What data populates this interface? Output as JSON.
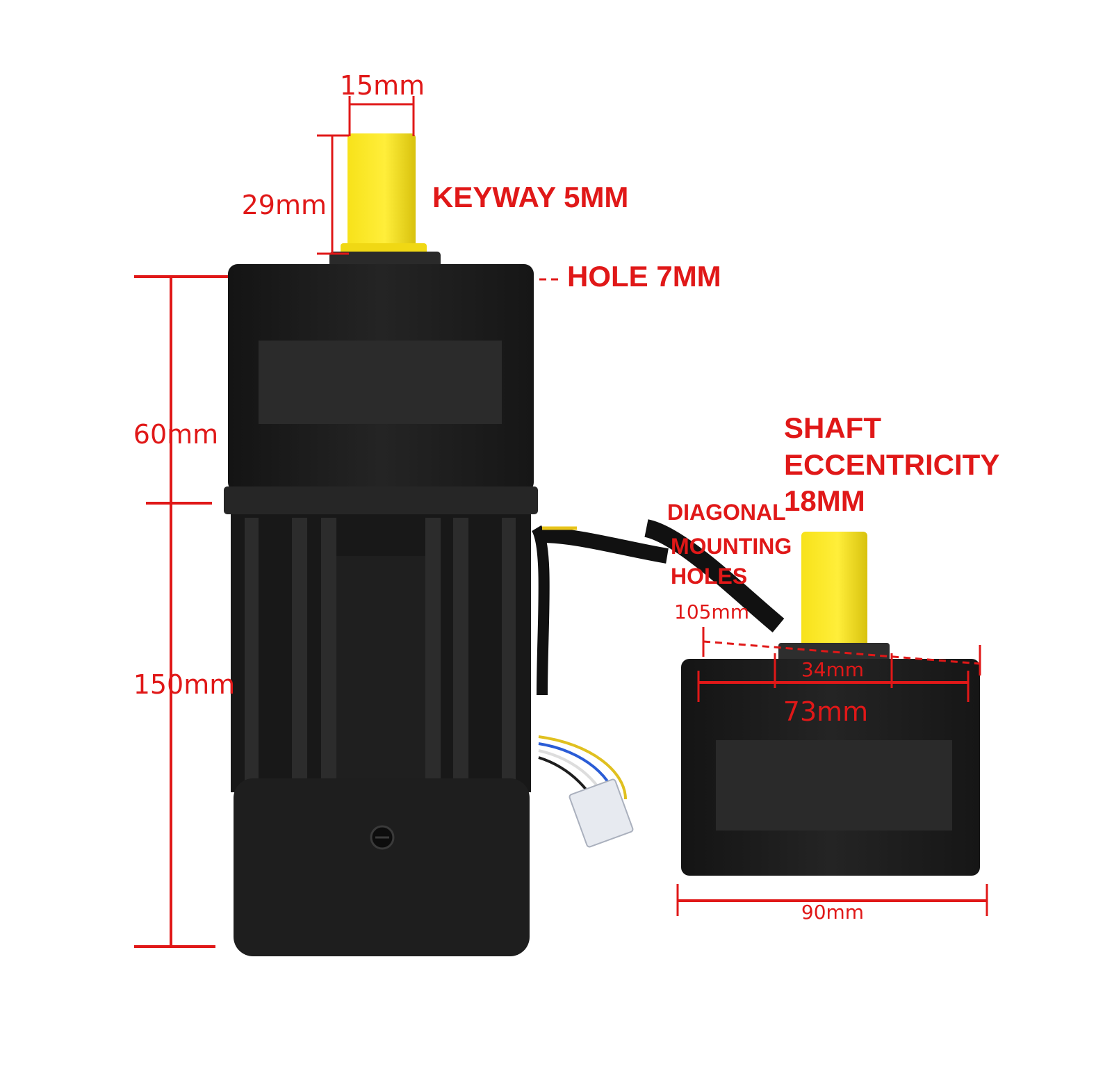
{
  "colors": {
    "annotation": "#e01818",
    "motor_body": "#1c1c1c",
    "shaft": "#f3de14",
    "background": "#ffffff"
  },
  "labels": {
    "shaft_width": "15mm",
    "shaft_length": "29mm",
    "keyway": "KEYWAY 5MM",
    "hole": "HOLE 7MM",
    "gearbox_height": "60mm",
    "motor_height": "150mm",
    "eccentricity_line1": "SHAFT",
    "eccentricity_line2": "ECCENTRICITY",
    "eccentricity_line3": "18MM",
    "diagonal_line1": "DIAGONAL",
    "diagonal_line2": "MOUNTING",
    "diagonal_line3": "HOLES",
    "diagonal_value": "105mm",
    "boss_width": "34mm",
    "inner_width": "73mm",
    "outer_width": "90mm"
  }
}
